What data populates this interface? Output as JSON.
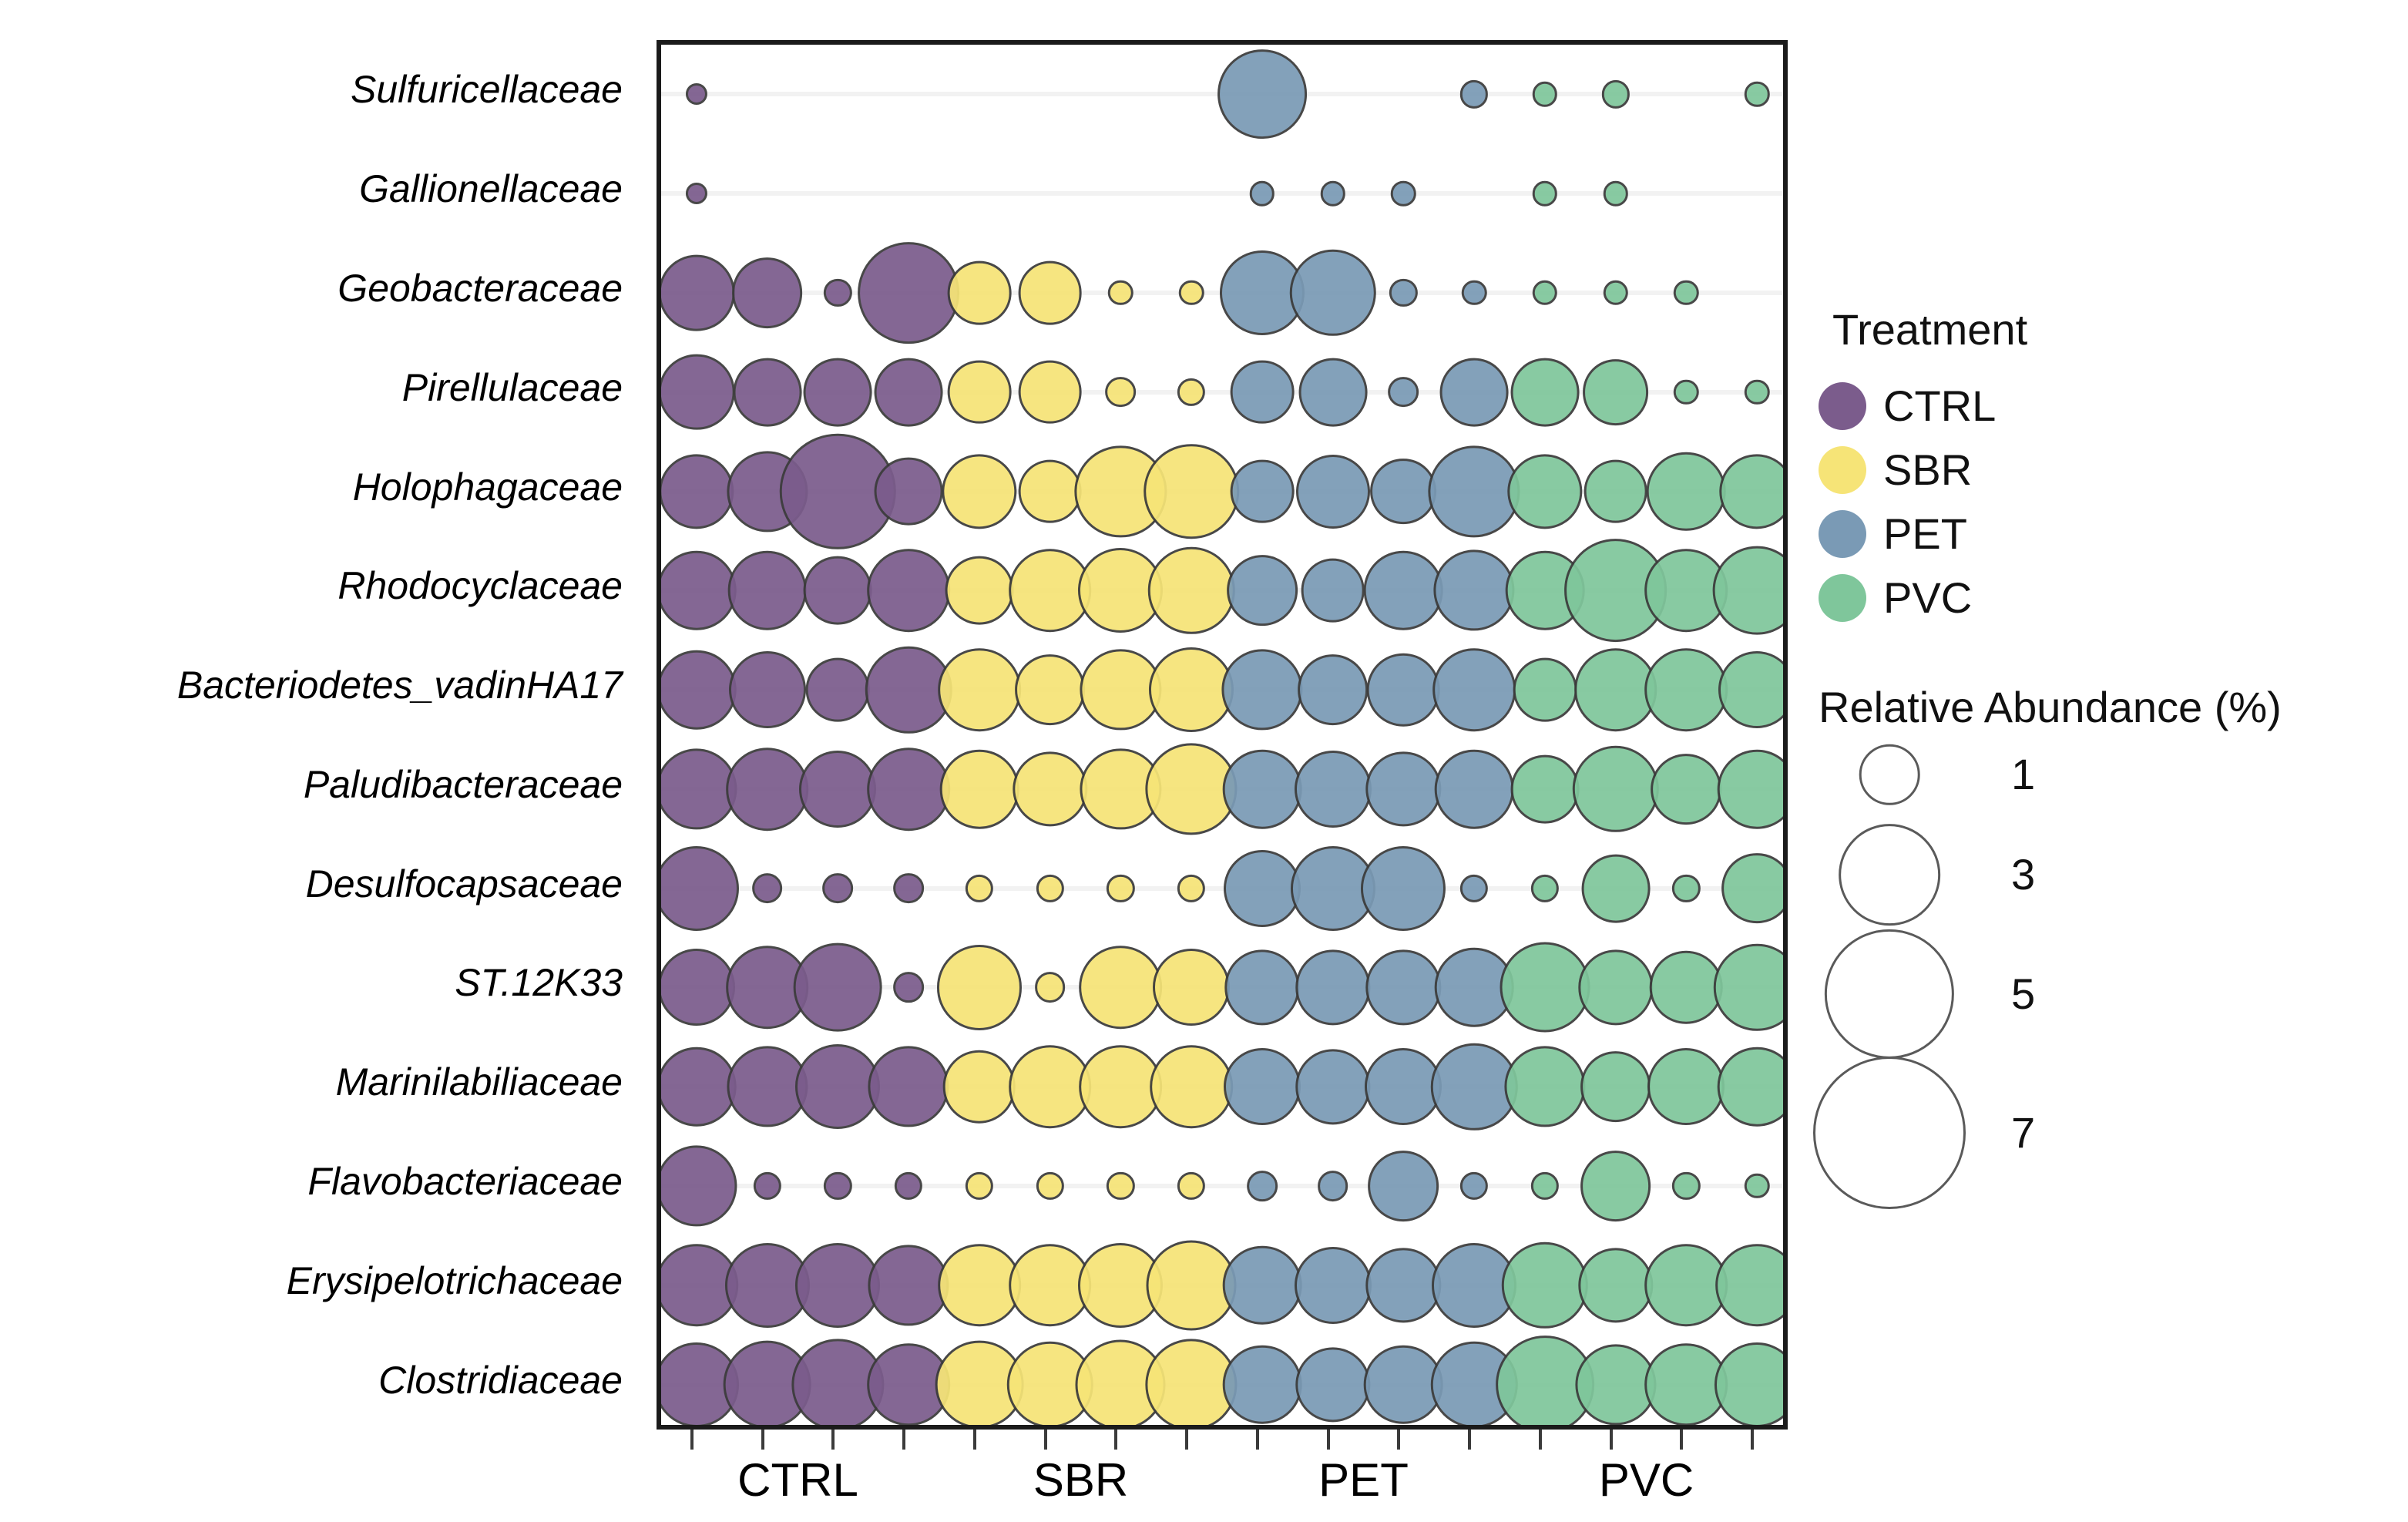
{
  "chart_data": {
    "type": "scatter",
    "subtype": "bubble",
    "title": "",
    "xlabel": "",
    "ylabel": "",
    "grid": true,
    "legend_position": "right",
    "size_legend_title": "Relative Abundance (%)",
    "size_legend_values": [
      1,
      3,
      5,
      7
    ],
    "color_legend_title": "Treatment",
    "x_groups": [
      "CTRL",
      "SBR",
      "PET",
      "PVC"
    ],
    "replicates_per_group": 4,
    "x_tick_count": 16,
    "colors": {
      "CTRL": "#7B5C8C",
      "SBR": "#F6E477",
      "PET": "#7A9AB5",
      "PVC": "#7FC69B"
    },
    "categories": [
      "Sulfuricellaceae",
      "Gallionellaceae",
      "Geobacteraceae",
      "Pirellulaceae",
      "Holophagaceae",
      "Rhodocyclaceae",
      "Bacteriodetes_vadinHA17",
      "Paludibacteraceae",
      "Desulfocapsaceae",
      "ST.12K33",
      "Marinilabiliaceae",
      "Flavobacteriaceae",
      "Erysipelotrichaceae",
      "Clostridiaceae"
    ],
    "series": [
      {
        "name": "Sulfuricellaceae",
        "values": [
          0.15,
          0,
          0,
          0,
          0,
          0,
          0,
          0,
          2.55,
          0,
          0,
          0.25,
          0.2,
          0.25,
          0,
          0.2
        ]
      },
      {
        "name": "Gallionellaceae",
        "values": [
          0.15,
          0,
          0,
          0,
          0,
          0,
          0,
          0,
          0.2,
          0.2,
          0.2,
          0,
          0.2,
          0.2,
          0,
          0
        ]
      },
      {
        "name": "Geobacteraceae",
        "values": [
          1.85,
          1.6,
          0.25,
          3.3,
          1.3,
          1.3,
          0.2,
          0.2,
          2.3,
          2.4,
          0.25,
          0.2,
          0.2,
          0.2,
          0.2,
          0
        ]
      },
      {
        "name": "Pirellulaceae",
        "values": [
          1.85,
          1.5,
          1.5,
          1.5,
          1.3,
          1.3,
          0.3,
          0.25,
          1.3,
          1.5,
          0.3,
          1.5,
          1.5,
          1.4,
          0.2,
          0.2
        ]
      },
      {
        "name": "Holophagaceae",
        "values": [
          1.8,
          2.1,
          4.3,
          1.5,
          1.8,
          1.3,
          2.7,
          2.9,
          1.3,
          1.75,
          1.4,
          2.7,
          1.8,
          1.3,
          2.0,
          1.8
        ]
      },
      {
        "name": "Rhodocyclaceae",
        "values": [
          2.0,
          2.0,
          1.5,
          2.2,
          1.5,
          2.2,
          2.3,
          2.4,
          1.6,
          1.3,
          2.0,
          2.1,
          2.0,
          3.4,
          2.2,
          2.5
        ]
      },
      {
        "name": "Bacteriodetes_vadinHA17",
        "values": [
          2.0,
          1.9,
          1.3,
          2.4,
          2.2,
          1.6,
          2.1,
          2.3,
          2.1,
          1.6,
          1.7,
          2.2,
          1.3,
          2.2,
          2.2,
          1.9
        ]
      },
      {
        "name": "Paludibacteraceae",
        "values": [
          2.1,
          2.2,
          1.9,
          2.2,
          2.0,
          1.8,
          2.1,
          2.7,
          2.0,
          1.9,
          1.8,
          2.0,
          1.5,
          2.4,
          1.6,
          2.0
        ]
      },
      {
        "name": "Desulfocapsaceae",
        "values": [
          2.3,
          0.3,
          0.3,
          0.3,
          0.25,
          0.25,
          0.25,
          0.25,
          1.9,
          2.3,
          2.3,
          0.25,
          0.25,
          1.5,
          0.25,
          1.6
        ]
      },
      {
        "name": "ST.12K33",
        "values": [
          1.9,
          2.2,
          2.5,
          0.3,
          2.3,
          0.3,
          2.2,
          1.9,
          1.8,
          1.8,
          1.8,
          2.0,
          2.6,
          1.8,
          1.7,
          2.4
        ]
      },
      {
        "name": "Marinilabiliaceae",
        "values": [
          2.0,
          2.1,
          2.3,
          2.1,
          1.7,
          2.2,
          2.2,
          2.2,
          1.9,
          1.8,
          1.9,
          2.4,
          2.1,
          1.6,
          1.9,
          2.0
        ]
      },
      {
        "name": "Flavobacteriaceae",
        "values": [
          2.1,
          0.25,
          0.25,
          0.25,
          0.25,
          0.25,
          0.25,
          0.25,
          0.3,
          0.3,
          1.6,
          0.25,
          0.25,
          1.6,
          0.25,
          0.2
        ]
      },
      {
        "name": "Erysipelotrichaceae",
        "values": [
          2.2,
          2.3,
          2.3,
          2.1,
          2.2,
          2.2,
          2.3,
          2.6,
          2.0,
          1.9,
          1.8,
          2.3,
          2.4,
          1.8,
          2.2,
          2.2
        ]
      },
      {
        "name": "Clostridiaceae",
        "values": [
          2.3,
          2.5,
          2.7,
          2.2,
          2.5,
          2.4,
          2.6,
          2.7,
          2.0,
          1.8,
          2.0,
          2.4,
          3.1,
          2.1,
          2.2,
          2.3
        ]
      }
    ]
  },
  "legend": {
    "color": {
      "title": "Treatment",
      "items": [
        {
          "label": "CTRL",
          "color": "#7B5C8C"
        },
        {
          "label": "SBR",
          "color": "#F6E477"
        },
        {
          "label": "PET",
          "color": "#7A9AB5"
        },
        {
          "label": "PVC",
          "color": "#7FC69B"
        }
      ]
    },
    "size": {
      "title": "Relative Abundance (%)",
      "items": [
        {
          "label": "1",
          "value": 1
        },
        {
          "label": "3",
          "value": 3
        },
        {
          "label": "5",
          "value": 5
        },
        {
          "label": "7",
          "value": 7
        }
      ]
    }
  },
  "axes": {
    "x": {
      "group_labels": [
        "CTRL",
        "SBR",
        "PET",
        "PVC"
      ]
    },
    "y": {
      "tick_labels": [
        "Sulfuricellaceae",
        "Gallionellaceae",
        "Geobacteraceae",
        "Pirellulaceae",
        "Holophagaceae",
        "Rhodocyclaceae",
        "Bacteriodetes_vadinHA17",
        "Paludibacteraceae",
        "Desulfocapsaceae",
        "ST.12K33",
        "Marinilabiliaceae",
        "Flavobacteriaceae",
        "Erysipelotrichaceae",
        "Clostridiaceae"
      ]
    }
  }
}
